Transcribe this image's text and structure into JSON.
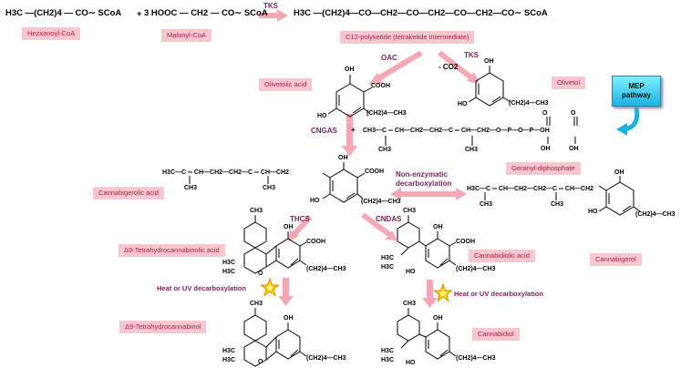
{
  "equation_top": {
    "hexanoyl_formula": "H3C —(CH2)4 — CO∼ SCoA",
    "plus": "+",
    "malonyl_formula": "3 HOOC — CH2 — CO∼ SCoA",
    "arrow_enzyme": "TKS",
    "polyketide_formula": "H3C —(CH2)4—CO—CH2—CO—CH2—CO—CH2—CO∼ SCoA"
  },
  "labels": {
    "hexanoyl_coa": "Hezxanoyl-CoA",
    "malonyl_coa": "Malonyl-CoA",
    "polyketide": "C12-polyketide (tetraketide intermediate)",
    "olivetolic_acid": "Olivetolic acid",
    "olivetol": "Olivetol",
    "geranyl_diphosphate": "Geranyl-diphosphate",
    "cannabigerolic_acid": "Cannabigerolic acid",
    "cannabigerol": "Cannabigerol",
    "thca": "Δ9-Tetrahydrocannabinolic acid",
    "cbda": "Cannabidiolic acid",
    "thc": "Δ9-Tetrahydrocannabinol",
    "cbd": "Cannabidiol"
  },
  "enzymes": {
    "oac": "OAC",
    "tks": "TKS",
    "co2": "- CO2",
    "cngas": "CNGAS",
    "thcs": "THCS",
    "cndas": "CNDAS",
    "non_enzymatic_line1": "Non-enzymatic",
    "non_enzymatic_line2": "decarboxylation",
    "heat_uv_left": "Heat or UV decarboxylation",
    "heat_uv_right": "Heat or UV decarboxylation"
  },
  "mep": {
    "line1": "MEP",
    "line2": "pathway"
  },
  "atoms": {
    "oh": "OH",
    "ho": "HO",
    "cooh": "COOH",
    "o": "O",
    "plus": "+",
    "chain": "(CH2)4—CH3",
    "ch3": "CH3",
    "h3c": "H3C",
    "gpp_chain": "CH3—C ═ CH—CH2—CH2—C ═ CH—CH2—O—P—O—P—OH",
    "cbga_chain": "H3C—C ═ CH—CH2—CH2—C ═ CH—CH2",
    "cbg_chain": "H3C—C ═ CH—CH2—CH2—C ═ CH—CH2"
  },
  "colors": {
    "label_bg": "#f8c6cf",
    "label_text": "#a0224a",
    "enzyme_text": "#7a1f5c",
    "arrow": "#f4a7b4",
    "mep": "#1ab3e0"
  }
}
